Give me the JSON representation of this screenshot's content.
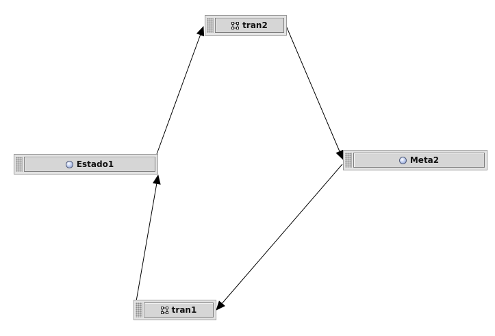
{
  "nodes": {
    "estado1": {
      "label": "Estado1",
      "icon": "state-circle-icon"
    },
    "tran2": {
      "label": "tran2",
      "icon": "transition-icon"
    },
    "meta2": {
      "label": "Meta2",
      "icon": "state-circle-icon"
    },
    "tran1": {
      "label": "tran1",
      "icon": "transition-icon"
    }
  },
  "edges": [
    {
      "from": "tran1",
      "to": "estado1"
    },
    {
      "from": "estado1",
      "to": "tran2"
    },
    {
      "from": "tran2",
      "to": "meta2"
    },
    {
      "from": "meta2",
      "to": "tran1"
    }
  ],
  "colors": {
    "edge": "#000000",
    "node_background": "#d6d6d6"
  }
}
